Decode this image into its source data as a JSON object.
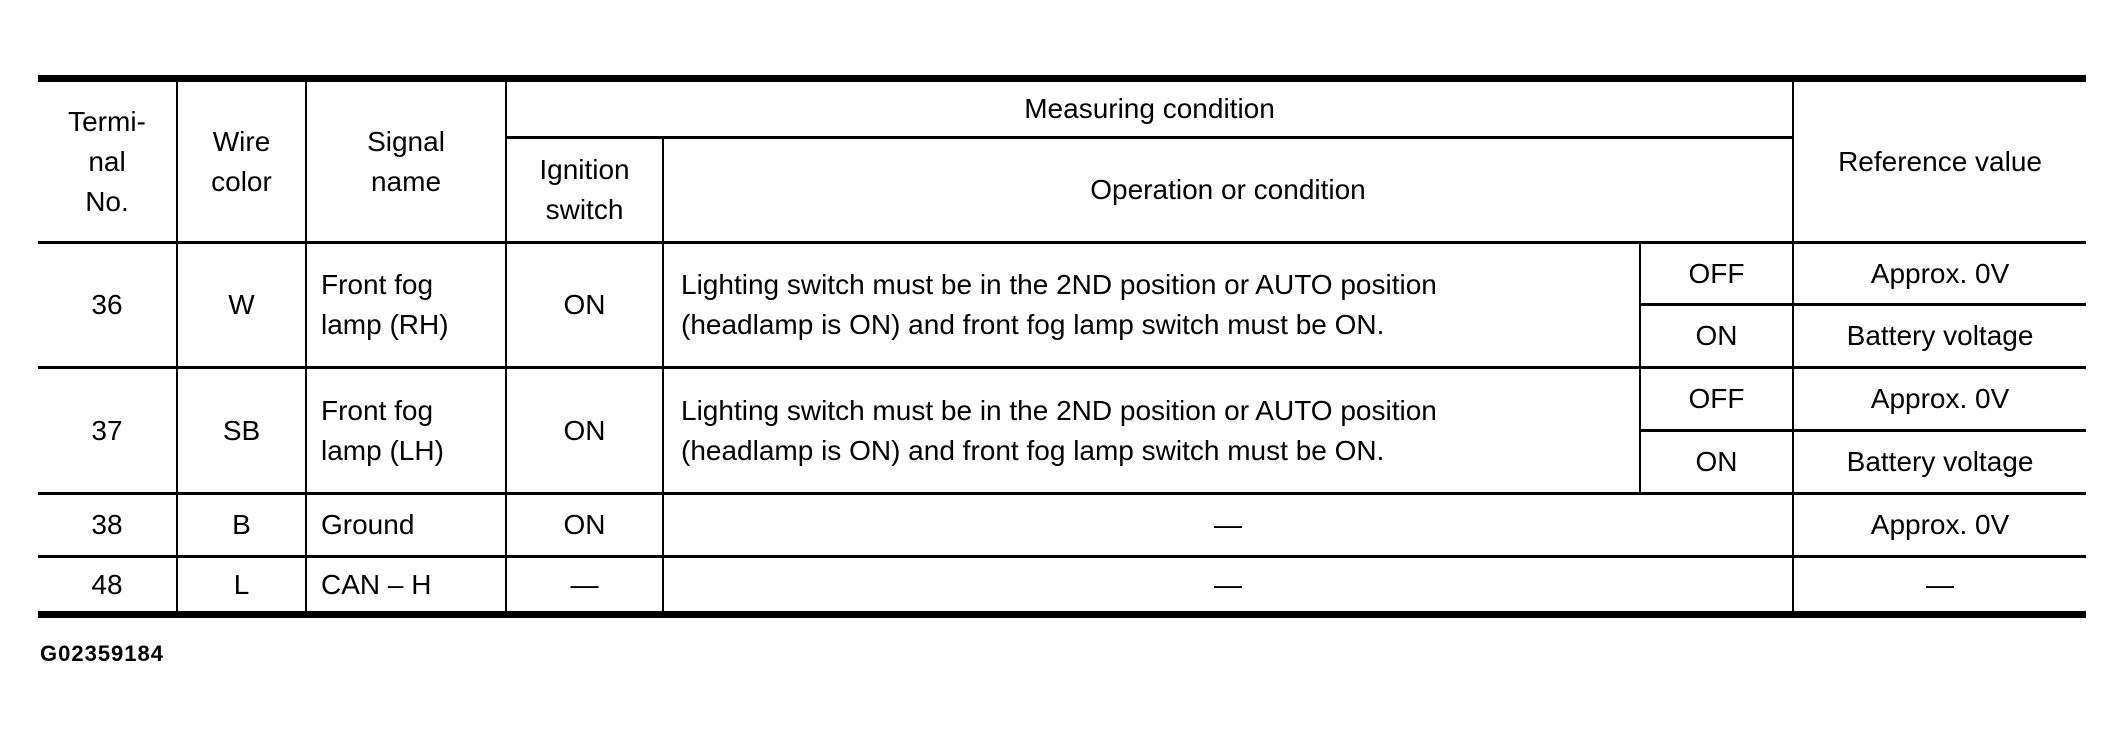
{
  "figure_id": "G02359184",
  "table": {
    "headers": {
      "terminal_lines": [
        "Termi-",
        "nal",
        "No."
      ],
      "wire_lines": [
        "Wire",
        "color"
      ],
      "signal_lines": [
        "Signal",
        "name"
      ],
      "measuring": "Measuring condition",
      "ignition_lines": [
        "Ignition",
        "switch"
      ],
      "operation": "Operation or condition",
      "reference": "Reference value"
    },
    "rows": [
      {
        "terminal": "36",
        "wire": "W",
        "signal_lines": [
          "Front fog",
          "lamp (RH)"
        ],
        "ignition": "ON",
        "condition_lines": [
          "Lighting switch must be in the 2ND position or AUTO position",
          "(headlamp is ON) and front fog lamp switch must be ON."
        ],
        "states": [
          {
            "switch": "OFF",
            "reference": "Approx. 0V"
          },
          {
            "switch": "ON",
            "reference": "Battery voltage"
          }
        ]
      },
      {
        "terminal": "37",
        "wire": "SB",
        "signal_lines": [
          "Front fog",
          "lamp (LH)"
        ],
        "ignition": "ON",
        "condition_lines": [
          "Lighting switch must be in the 2ND position or AUTO position",
          "(headlamp is ON) and front fog lamp switch must be ON."
        ],
        "states": [
          {
            "switch": "OFF",
            "reference": "Approx. 0V"
          },
          {
            "switch": "ON",
            "reference": "Battery voltage"
          }
        ]
      },
      {
        "terminal": "38",
        "wire": "B",
        "signal": "Ground",
        "ignition": "ON",
        "condition": "—",
        "reference": "Approx. 0V"
      },
      {
        "terminal": "48",
        "wire": "L",
        "signal": "CAN – H",
        "ignition": "—",
        "condition": "—",
        "reference": "—"
      }
    ]
  }
}
